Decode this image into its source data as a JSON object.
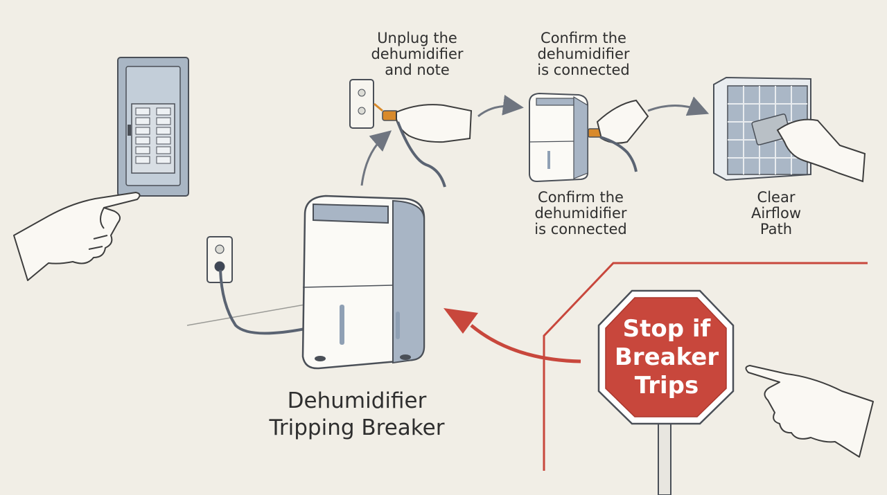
{
  "labels": {
    "unplug": [
      "Unplug the",
      "dehumidifier",
      "and note"
    ],
    "confirm_top": [
      "Confirm the",
      "dehumidifier",
      "is connected"
    ],
    "confirm_bottom": [
      "Confirm the",
      "dehumidifier",
      "is connected"
    ],
    "clear_airflow": [
      "Clear",
      "Airflow",
      "Path"
    ],
    "title": [
      "Dehumidifier",
      "Tripping Breaker"
    ]
  },
  "stop_sign": {
    "lines": [
      "Stop if",
      "Breaker",
      "Trips"
    ],
    "color": "#c8473c"
  },
  "colors": {
    "background": "#f1eee6",
    "outline": "#4a4f57",
    "accent_red": "#c8473c",
    "arrow_gray": "#6f7580",
    "panel_blue": "#b7c3d0",
    "plug_orange": "#d98a2b"
  },
  "icons": [
    "breaker-panel-icon",
    "wall-outlet-icon",
    "dehumidifier-icon",
    "air-filter-icon",
    "pointing-hand-icon",
    "stop-sign-icon"
  ]
}
